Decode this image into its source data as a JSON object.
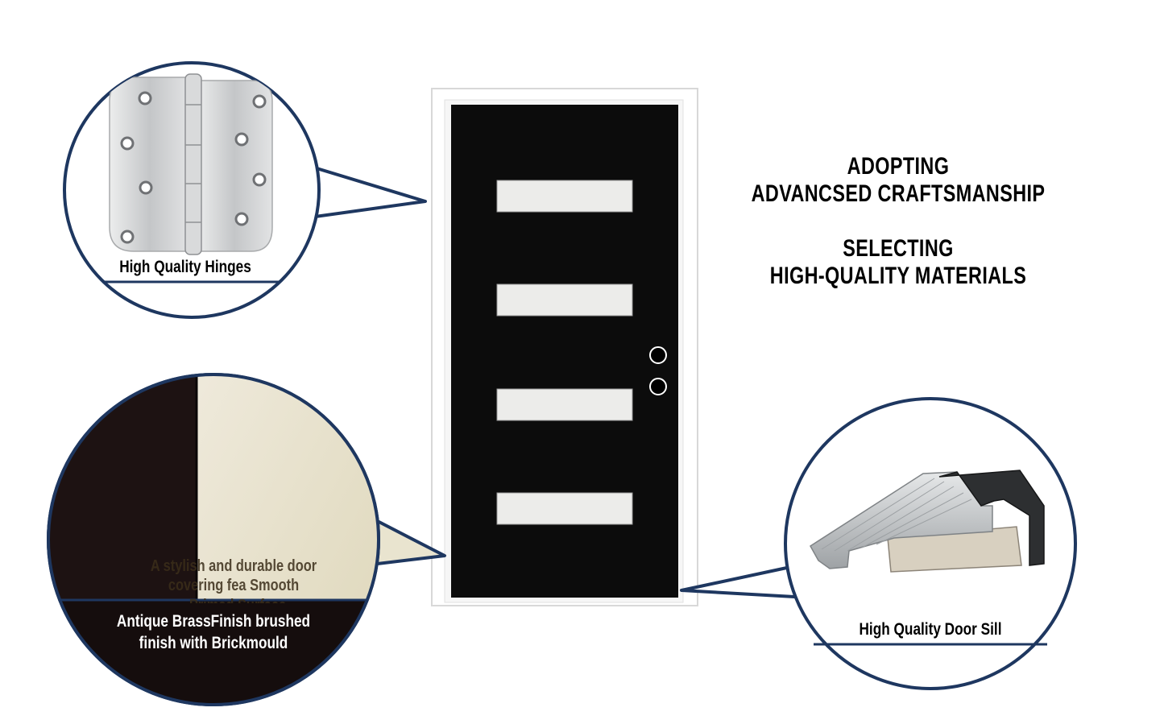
{
  "headline": {
    "line1": "ADOPTING",
    "line2": "ADVANCSED CRAFTSMANSHIP",
    "line3": "SELECTING",
    "line4": "HIGH-QUALITY MATERIALS"
  },
  "callouts": {
    "hinges": {
      "label": "High Quality Hinges"
    },
    "finish": {
      "overlay_line1": "A stylish and durable door",
      "overlay_line2": "covering fea Smooth",
      "overlay_line3": "Primed Surface",
      "label_line1": "Antique BrassFinish brushed",
      "label_line2": "finish with Brickmould"
    },
    "sill": {
      "label": "High Quality Door Sill"
    }
  },
  "door": {
    "glass_panel_count": 4
  },
  "colors": {
    "callout_border": "#1e3760",
    "door": "#0c0c0c",
    "glass": "#ececea",
    "frame": "#ffffff",
    "primed_surface": "#e9e4cf",
    "door_texture": "#1d1212",
    "hinge_steel": "#cfd0d1",
    "sill_aluminum": "#bfc2c4"
  }
}
